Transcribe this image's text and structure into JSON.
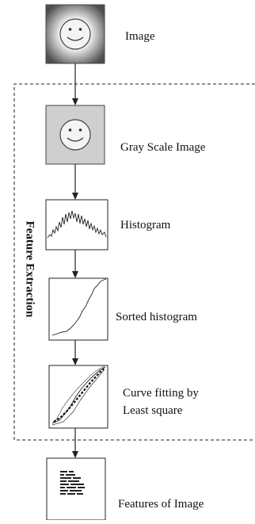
{
  "diagram": {
    "group_label": "Feature Extraction",
    "steps": [
      {
        "id": "image",
        "label": "Image"
      },
      {
        "id": "gray",
        "label": "Gray Scale Image"
      },
      {
        "id": "histogram",
        "label": "Histogram"
      },
      {
        "id": "sorted",
        "label": "Sorted histogram"
      },
      {
        "id": "curve",
        "label_line1": "Curve fitting by",
        "label_line2": "Least square"
      },
      {
        "id": "features",
        "label": "Features of Image"
      }
    ]
  },
  "colors": {
    "stroke": "#222222",
    "gray_fill": "#cfcfcf",
    "vignette_center": "#ffffff",
    "vignette_edge": "#5a5a5a"
  }
}
